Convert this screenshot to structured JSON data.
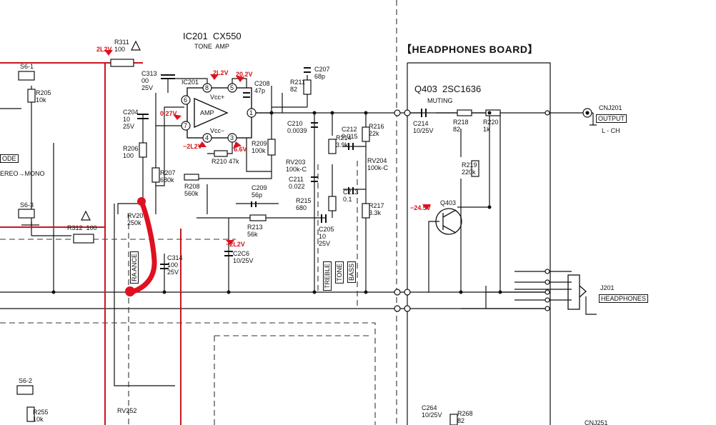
{
  "colors": {
    "line": "#111111",
    "red_wire": "#c8161d",
    "red_marker": "#e01020",
    "dash": "#333333"
  },
  "title": {
    "ic": "IC201  CX550",
    "ic_sub": "TONE  AMP",
    "board": "【HEADPHONES BOARD】"
  },
  "switches": {
    "s6_1": "S6-1",
    "s6_3": "S6-3",
    "s6_2": "S6-2"
  },
  "mode": {
    "label": "ODE",
    "sub": "EREO→MONO"
  },
  "resistors": {
    "r311": "R311\n100",
    "r205": "R205\n10k",
    "r312": "R312  100",
    "r206": "R206\n100",
    "r207": "R207\n680k",
    "r208": "R208\n560k",
    "r210": "R210 47k",
    "r209": "R209\n100k",
    "r211": "R211\n82",
    "r213": "R213\n56k",
    "r214": "R214\n3.9k",
    "r215": "R215\n680",
    "r216": "R216\n22k",
    "r217": "R217\n3.3k",
    "r218": "R218\n82",
    "r220": "R220\n1k",
    "r219": "R219\n220k",
    "r255": "R255\n10k",
    "r268": "R268\n82"
  },
  "capacitors": {
    "c313": "C313\n00\n25V",
    "c204": "C204\n10\n25V",
    "c208": "C208\n47p",
    "c207": "C207\n68p",
    "c210": "C210\n0.0039",
    "c212": "C212\n0.015",
    "c211": "C211\n0.022",
    "c213": "C213\n0.1",
    "c209": "C209\n56p",
    "c205": "C205\n10\n25V",
    "c206": "C2C6\n10/25V",
    "c314": "C314\n100\n25V",
    "c214": "C214\n10/25V",
    "c264": "C264\n10/25V"
  },
  "pots": {
    "rv203": "RV203\n100k-C",
    "rv204": "RV204\n100k-C",
    "rv20x": "RV20\n250k",
    "rv252": "RV252"
  },
  "ic": {
    "name": "IC201",
    "amp": "AMP",
    "vcc_plus": "Vcc+",
    "vcc_minus": "Vcc−",
    "pins": [
      "8",
      "5",
      "6",
      "1",
      "7",
      "4",
      "3"
    ]
  },
  "voltages": {
    "v_r311": "2L2V",
    "v_pin8": "2L2V",
    "v_pin5": "20.2V",
    "v_pin7": "0.27V",
    "v_pin4": "−2L2V",
    "v_pin3": "6.6V",
    "v_c206": "−2L2V",
    "v_q403": "−24.5V"
  },
  "transistor": {
    "name": "Q403  2SC1636",
    "muting": "MUTING",
    "q": "Q403"
  },
  "controls": {
    "treble": "TREBLE",
    "tone": "TONE",
    "bass": "BASS",
    "balance": "RA ANCE"
  },
  "connectors": {
    "cnj201": "CNJ201",
    "output": "OUTPUT",
    "lch": "L - CH",
    "j201": "J201",
    "headphones": "HEADPHONES",
    "cnj251": "CNJ251"
  }
}
